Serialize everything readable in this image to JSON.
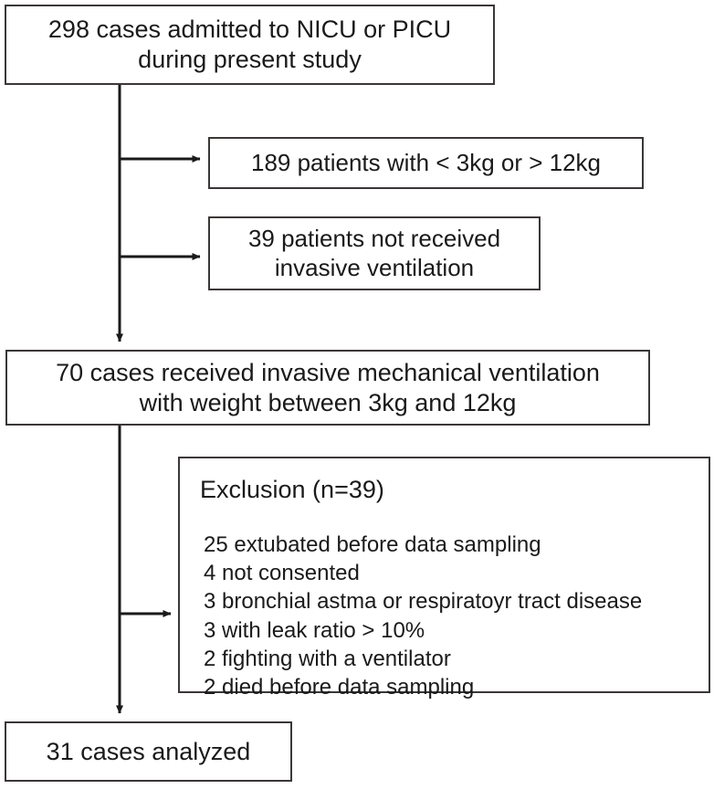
{
  "figure": {
    "type": "flowchart",
    "title": "Patient enrollment flow diagram",
    "stroke_color": "#3b3737",
    "text_color": "#1a1a1a",
    "background_color": "#ffffff"
  },
  "nodes": {
    "screened": {
      "line1": "298 cases admitted to NICU or PICU",
      "line2": "during present study",
      "count": 298
    },
    "excluded_weight": {
      "line1": "189 patients with < 3kg or > 12kg",
      "count": 189
    },
    "excluded_novent": {
      "line1": "39 patients not received",
      "line2": "invasive ventilation",
      "count": 39
    },
    "eligible": {
      "line1": "70 cases received invasive mechanical ventilation",
      "line2": "with weight between 3kg and 12kg",
      "count": 70
    },
    "exclusion": {
      "title": "Exclusion (n=39)",
      "total": 39,
      "reasons": [
        "25 extubated before data sampling",
        " 4  not consented",
        "3 bronchial astma or respiratoyr tract disease",
        "3 with leak ratio > 10%",
        "2 fighting with a ventilator",
        "2 died before data sampling"
      ]
    },
    "analyzed": {
      "line1": "31 cases analyzed",
      "count": 31
    }
  }
}
